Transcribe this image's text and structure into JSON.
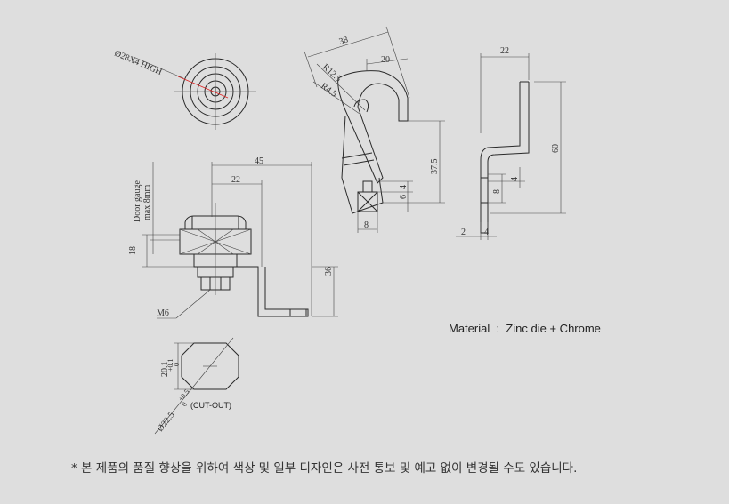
{
  "face_view": {
    "label": "Ø28X4 HIGH"
  },
  "side_view": {
    "dim_total": "45",
    "dim_body": "22",
    "dim_height": "36",
    "dim_flange": "18",
    "door_gauge": "Door gauge",
    "door_gauge_max": "max.8mm",
    "thread": "M6"
  },
  "cam_view": {
    "dim_overall": "38",
    "dim_width": "20",
    "radius_outer": "R12.5",
    "radius_inner": "R4.5",
    "dim_length": "37.5",
    "dim_six": "6",
    "dim_four": "4",
    "dim_eight": "8"
  },
  "profile_view": {
    "dim_width": "22",
    "dim_height": "60",
    "dim_four": "4",
    "dim_eight": "8",
    "dim_thickness": "2",
    "dim_offset": "4"
  },
  "cutout": {
    "dim_a": "20.1",
    "tol_a_upper": "+0.1",
    "tol_a_lower": "0",
    "dim_b": "Ø22.5",
    "tol_b_upper": "+0.5",
    "tol_b_lower": "0",
    "label": "(CUT-OUT)"
  },
  "material": {
    "label": "Material",
    "sep": ":",
    "value": "Zinc die + Chrome"
  },
  "notice": "* 본 제품의 품질 향상을 위하여 색상 및 일부 디자인은 사전 통보 및 예고 없이 변경될 수도 있습니다."
}
